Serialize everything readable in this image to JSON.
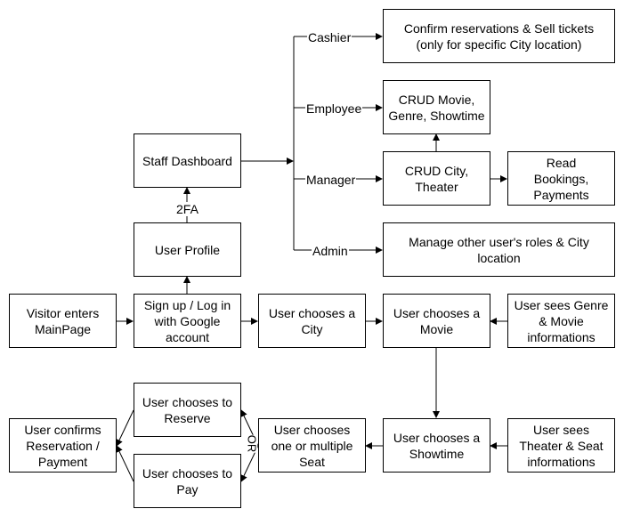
{
  "nodes": {
    "cashier_action": "Confirm reservations & Sell tickets\n(only for specific City location)",
    "employee_action": "CRUD Movie,\nGenre, Showtime",
    "staff_dashboard": "Staff Dashboard",
    "manager_action": "CRUD City,\nTheater",
    "read_bookings": "Read\nBookings,\nPayments",
    "admin_action": "Manage other user's roles & City\nlocation",
    "user_profile": "User Profile",
    "visitor": "Visitor enters\nMainPage",
    "signup": "Sign up / Log in\nwith Google\naccount",
    "choose_city": "User chooses a\nCity",
    "choose_movie": "User chooses a\nMovie",
    "sees_genre": "User sees Genre\n& Movie\ninformations",
    "choose_reserve": "User chooses to\nReserve",
    "choose_pay": "User chooses to\nPay",
    "confirm": "User confirms\nReservation /\nPayment",
    "choose_seat": "User chooses\none or multiple\nSeat",
    "choose_showtime": "User chooses a\nShowtime",
    "sees_theater": "User sees\nTheater & Seat\ninformations"
  },
  "edge_labels": {
    "cashier": "Cashier",
    "employee": "Employee",
    "manager": "Manager",
    "admin": "Admin",
    "twofa": "2FA",
    "or": "OR"
  },
  "colors": {
    "line": "#000000",
    "box_border": "#000000",
    "background": "#ffffff"
  }
}
